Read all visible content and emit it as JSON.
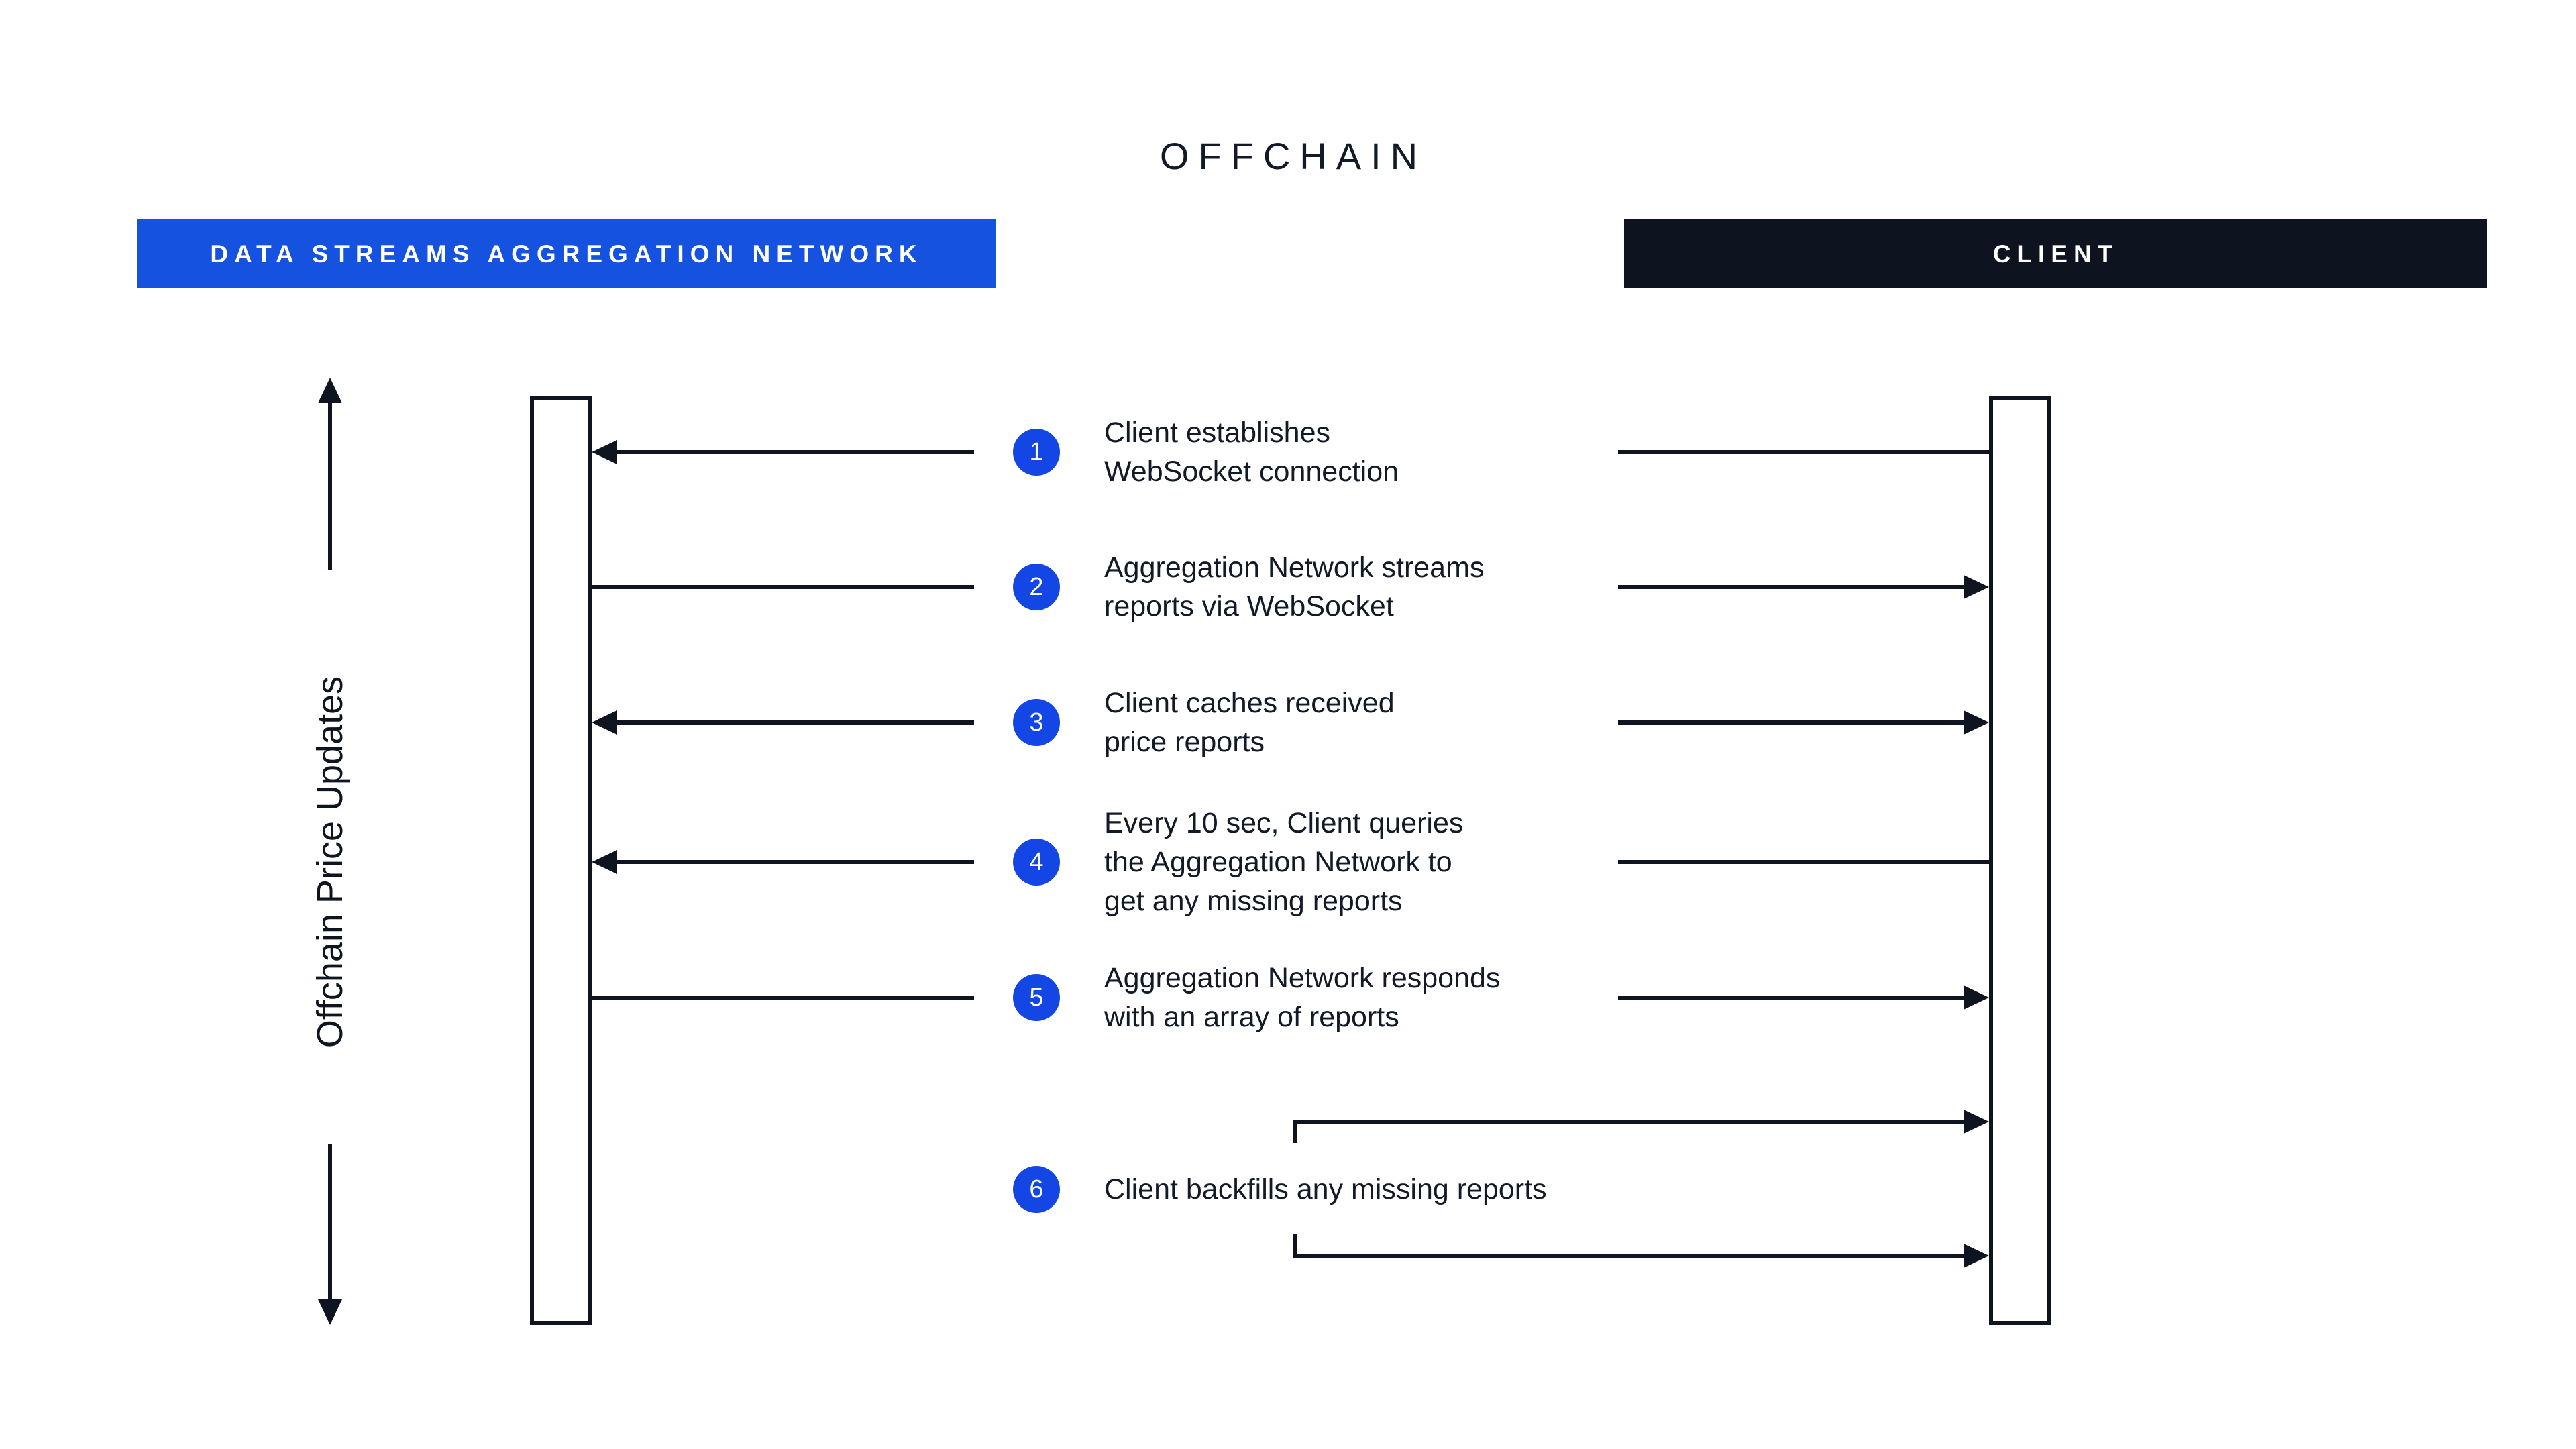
{
  "title": "OFFCHAIN",
  "actors": {
    "left": {
      "label": "DATA STREAMS AGGREGATION NETWORK",
      "color": "#1552df"
    },
    "right": {
      "label": "CLIENT",
      "color": "#0d1420"
    }
  },
  "axis": {
    "label": "Offchain Price Updates"
  },
  "steps": [
    {
      "number": "1",
      "lines": [
        "Client establishes",
        "WebSocket connection"
      ]
    },
    {
      "number": "2",
      "lines": [
        "Aggregation Network streams",
        "reports via WebSocket"
      ]
    },
    {
      "number": "3",
      "lines": [
        "Client caches received",
        "price reports"
      ]
    },
    {
      "number": "4",
      "lines": [
        "Every 10 sec, Client queries",
        "the Aggregation Network to",
        "get any missing reports"
      ]
    },
    {
      "number": "5",
      "lines": [
        "Aggregation Network responds",
        "with an array of reports"
      ]
    },
    {
      "number": "6",
      "lines": [
        "Client backfills any missing reports"
      ]
    }
  ],
  "colors": {
    "accent_blue_bar": "#1552df",
    "accent_blue_circle": "#1346e4",
    "dark_navy": "#0e1521",
    "text": "#121a28",
    "background": "#ffffff"
  }
}
